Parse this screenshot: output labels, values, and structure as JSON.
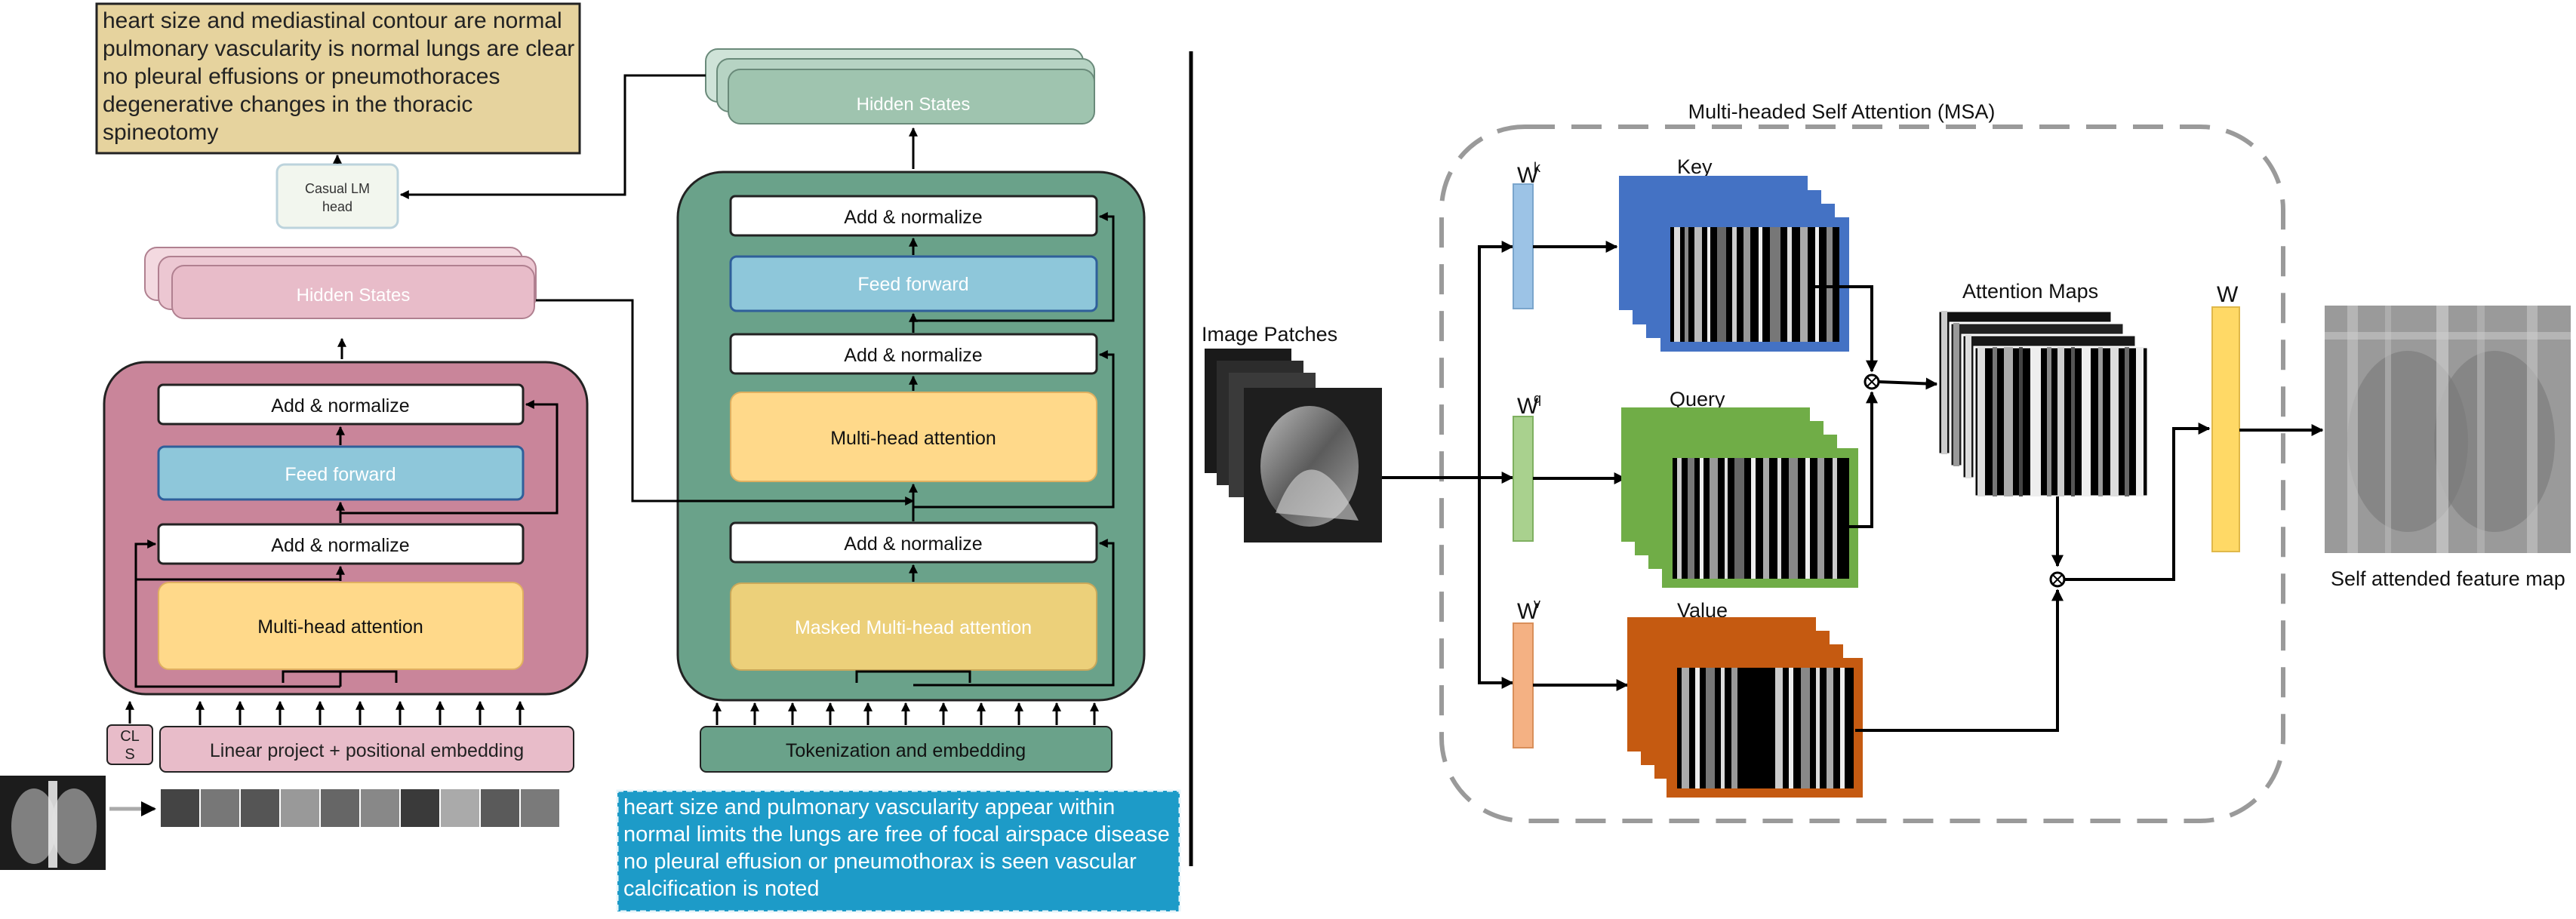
{
  "output_report": "heart size and mediastinal contour are normal pulmonary vascularity is normal lungs are clear no pleural effusions or pneumothoraces degenerative changes in the thoracic spineotomy",
  "input_report": "heart size and pulmonary vascularity appear within normal limits the lungs are free of focal airspace disease no pleural effusion or pneumothorax is seen vascular calcification is noted",
  "lm_head": {
    "line1": "Casual LM",
    "line2": "head"
  },
  "encoder": {
    "hidden_states": "Hidden States",
    "add_norm": "Add & normalize",
    "feed_forward": "Feed forward",
    "attention": "Multi-head attention",
    "embedding": "Linear project + positional embedding",
    "cls_line1": "CL",
    "cls_line2": "S"
  },
  "decoder": {
    "hidden_states": "Hidden States",
    "add_norm": "Add & normalize",
    "feed_forward": "Feed forward",
    "attention": "Multi-head attention",
    "masked_attention": "Masked Multi-head attention",
    "embedding": "Tokenization and embedding"
  },
  "msa": {
    "title": "Multi-headed Self Attention (MSA)",
    "image_patches": "Image Patches",
    "wk_base": "W",
    "wk_sup": "k",
    "wq_base": "W",
    "wq_sup": "q",
    "wv_base": "W",
    "wv_sup": "v",
    "w": "W",
    "key": "Key",
    "query": "Query",
    "value": "Value",
    "attention_maps": "Attention Maps",
    "output": "Self attended feature map"
  },
  "colors": {
    "encoder_block": "#c9859a",
    "decoder_block": "#6aa28a",
    "feed_forward": "#8ec7da",
    "attention": "#ffd98a",
    "key": "#4472c4",
    "query": "#70ad47",
    "value": "#c55a11",
    "report_bg": "#e6d39e",
    "input_bg": "#1d9bc8",
    "w_k": "#9cc3e6",
    "w_q": "#a9d18e",
    "w_v": "#f4b183",
    "w_out": "#ffd966"
  }
}
